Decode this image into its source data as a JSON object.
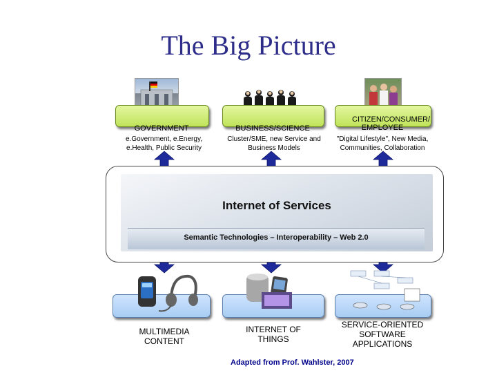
{
  "title": "The Big Picture",
  "top_boxes": [
    {
      "label": "GOVERNMENT",
      "description": "e.Government, e.Energy, e.Health, Public Security"
    },
    {
      "label": "BUSINESS/SCIENCE",
      "description": "Cluster/SME, new Service and Business Models"
    },
    {
      "label": "CITIZEN/CONSUMER/ EMPLOYEE",
      "description": "\"Digital Lifestyle\", New Media, Communities, Collaboration"
    }
  ],
  "center": {
    "title": "Internet of Services",
    "band": "Semantic Technologies – Interoperability – Web 2.0"
  },
  "bottom_boxes": [
    {
      "label": "MULTIMEDIA CONTENT"
    },
    {
      "label": "INTERNET OF THINGS"
    },
    {
      "label": "SERVICE-ORIENTED SOFTWARE APPLICATIONS"
    }
  ],
  "credit": "Adapted from Prof. Wahlster, 2007",
  "colors": {
    "title": "#2e2e8a",
    "top_box": "#cdea74",
    "bottom_box": "#bcd8f7",
    "arrow": "#1f2a9a",
    "credit": "#00008b"
  }
}
